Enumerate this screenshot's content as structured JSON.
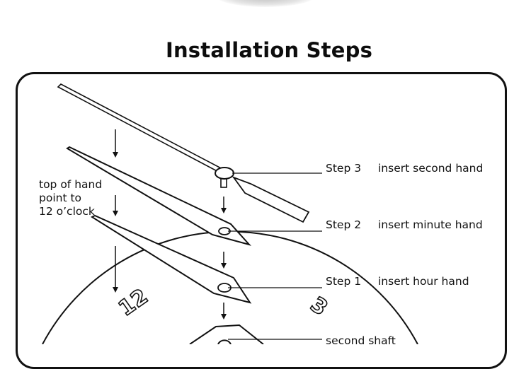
{
  "title": "Installation Steps",
  "note": [
    "top of hand",
    "point to",
    "12 o’clock"
  ],
  "steps": [
    {
      "step": "Step 3",
      "text": "insert second hand"
    },
    {
      "step": "Step 2",
      "text": "insert minute hand"
    },
    {
      "step": "Step 1",
      "text": "insert hour hand"
    }
  ],
  "shaft_label": "second shaft",
  "dial_numbers": {
    "twelve": "12",
    "three": "3"
  }
}
